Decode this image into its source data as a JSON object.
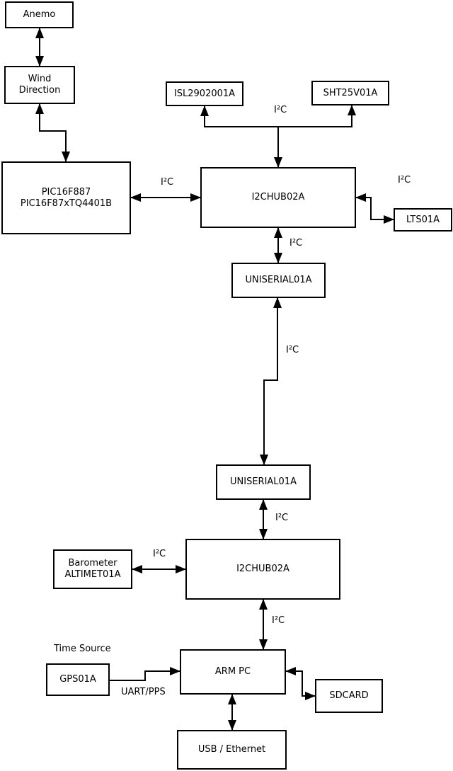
{
  "diagram": {
    "background": "#ffffff",
    "line_color": "#000000",
    "text_color": "#000000",
    "nodes": {
      "anemo": {
        "label": "Anemo"
      },
      "wind_direction": {
        "lines": [
          "Wind",
          "Direction"
        ]
      },
      "pic": {
        "lines": [
          "PIC16F887",
          "PIC16F87xTQ4401B"
        ]
      },
      "isl": {
        "label": "ISL2902001A"
      },
      "sht": {
        "label": "SHT25V01A"
      },
      "i2c_hub_top": {
        "label": "I2CHUB02A"
      },
      "lts": {
        "label": "LTS01A"
      },
      "uniserial_top": {
        "label": "UNISERIAL01A"
      },
      "uniserial_bottom": {
        "label": "UNISERIAL01A"
      },
      "i2c_hub_bottom": {
        "label": "I2CHUB02A"
      },
      "barometer": {
        "lines": [
          "Barometer",
          "ALTIMET01A"
        ]
      },
      "gps": {
        "label": "GPS01A"
      },
      "arm_pc": {
        "label": "ARM PC"
      },
      "sdcard": {
        "label": "SDCARD"
      },
      "usb_ethernet": {
        "label": "USB / Ethernet"
      }
    },
    "edge_labels": {
      "i2c_sensors": "I²C",
      "i2c_pic_hub": "I²C",
      "i2c_hub_lts": "I²C",
      "i2c_hub_uniserial": "I²C",
      "i2c_long_link": "I²C",
      "i2c_uniserial_hub2": "I²C",
      "i2c_baro_hub2": "I²C",
      "i2c_hub2_armpc": "I²C",
      "uart_pps": "UART/PPS",
      "time_source": "Time Source"
    }
  }
}
